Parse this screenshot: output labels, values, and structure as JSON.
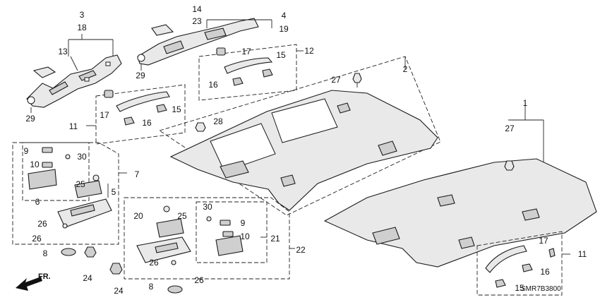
{
  "labels": {
    "n1": "1",
    "n2": "2",
    "n3": "3",
    "n18": "18",
    "n13": "13",
    "n29a": "29",
    "n14": "14",
    "n23": "23",
    "n4": "4",
    "n19": "19",
    "n12": "12",
    "n17a": "17",
    "n15a": "15",
    "n16a": "16",
    "n29b": "29",
    "n27a": "27",
    "n11a": "11",
    "n17b": "17",
    "n15b": "15",
    "n16b": "16",
    "n28": "28",
    "n27b": "27",
    "n9a": "9",
    "n30a": "30",
    "n10a": "10",
    "n6": "6",
    "n7": "7",
    "n25a": "25",
    "n5": "5",
    "n26a": "26",
    "n26b": "26",
    "n8a": "8",
    "n24a": "24",
    "n24b": "24",
    "n20": "20",
    "n25b": "25",
    "n30b": "30",
    "n9b": "9",
    "n10b": "10",
    "n21": "21",
    "n22": "22",
    "n26c": "26",
    "n8b": "8",
    "n26d": "26",
    "n11b": "11",
    "n17c": "17",
    "n16c": "16",
    "n15c": "15"
  },
  "front_indicator": "FR.",
  "diagram_code": "SMR7B3800",
  "colors": {
    "line": "#1a1a1a",
    "part_fill": "#e9e9e9",
    "part_shade": "#cfcfcf"
  }
}
